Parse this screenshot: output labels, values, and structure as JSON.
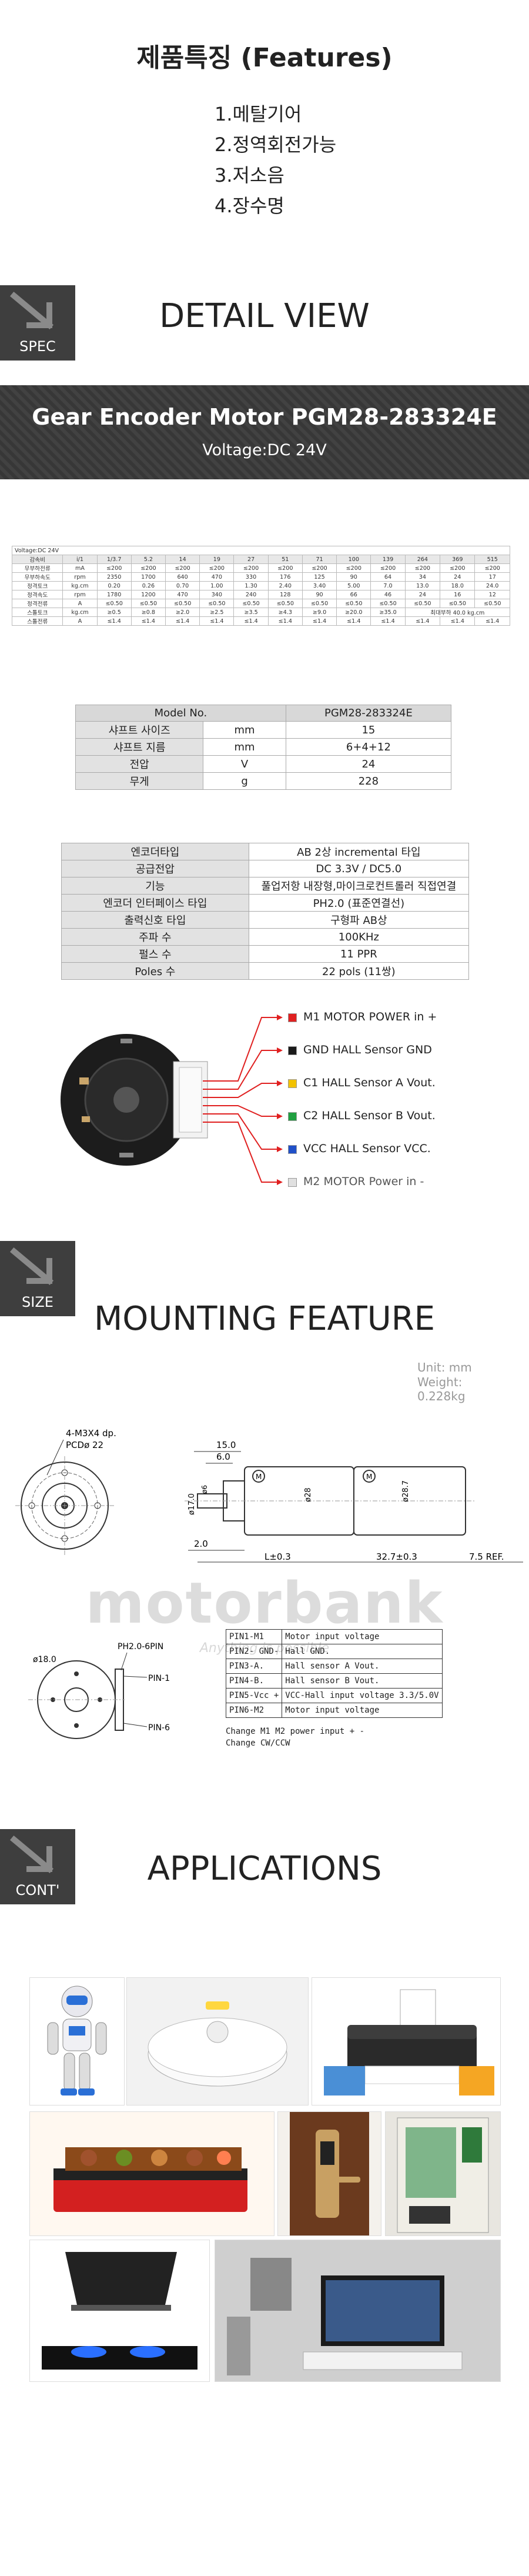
{
  "features": {
    "title": "제품특징 (Features)",
    "items": [
      "1.메탈기어",
      "2.정역회전가능",
      "3.저소음",
      "4.장수명"
    ]
  },
  "sections": {
    "spec": {
      "tag": "SPEC",
      "title": "DETAIL VIEW"
    },
    "size": {
      "tag": "SIZE",
      "title": "MOUNTING FEATURE"
    },
    "cont": {
      "tag": "CONT'",
      "title": "APPLICATIONS"
    }
  },
  "banner": {
    "title": "Gear Encoder Motor PGM28-283324E",
    "subtitle": "Voltage:DC 24V"
  },
  "spec_table": {
    "caption": "Voltage:DC 24V",
    "header": [
      "감속비",
      "i/1",
      "1/3.7",
      "5.2",
      "14",
      "19",
      "27",
      "51",
      "71",
      "100",
      "139",
      "264",
      "369",
      "515"
    ],
    "rows": [
      [
        "무부하전류",
        "mA",
        "≤200",
        "≤200",
        "≤200",
        "≤200",
        "≤200",
        "≤200",
        "≤200",
        "≤200",
        "≤200",
        "≤200",
        "≤200",
        "≤200"
      ],
      [
        "무부하속도",
        "rpm",
        "2350",
        "1700",
        "640",
        "470",
        "330",
        "176",
        "125",
        "90",
        "64",
        "34",
        "24",
        "17"
      ],
      [
        "정격토크",
        "kg.cm",
        "0.20",
        "0.26",
        "0.70",
        "1.00",
        "1.30",
        "2.40",
        "3.40",
        "5.00",
        "7.0",
        "13.0",
        "18.0",
        "24.0"
      ],
      [
        "정격속도",
        "rpm",
        "1780",
        "1200",
        "470",
        "340",
        "240",
        "128",
        "90",
        "66",
        "46",
        "24",
        "16",
        "12"
      ],
      [
        "정격전류",
        "A",
        "≤0.50",
        "≤0.50",
        "≤0.50",
        "≤0.50",
        "≤0.50",
        "≤0.50",
        "≤0.50",
        "≤0.50",
        "≤0.50",
        "≤0.50",
        "≤0.50",
        "≤0.50"
      ],
      [
        "스톨토크",
        "kg.cm",
        "≥0.5",
        "≥0.8",
        "≥2.0",
        "≥2.5",
        "≥3.5",
        "≥4.3",
        "≥9.0",
        "≥20.0",
        "≥35.0",
        "최대부하 40.0 kg.cm",
        "",
        ""
      ],
      [
        "스톨전류",
        "A",
        "≤1.4",
        "≤1.4",
        "≤1.4",
        "≤1.4",
        "≤1.4",
        "≤1.4",
        "≤1.4",
        "≤1.4",
        "≤1.4",
        "≤1.4",
        "≤1.4",
        "≤1.4"
      ]
    ]
  },
  "model_table": {
    "header": [
      "Model No.",
      "",
      "PGM28-283324E"
    ],
    "rows": [
      [
        "샤프트 사이즈",
        "mm",
        "15"
      ],
      [
        "샤프트 지름",
        "mm",
        "6+4+12"
      ],
      [
        "전압",
        "V",
        "24"
      ],
      [
        "무게",
        "g",
        "228"
      ]
    ]
  },
  "encoder_table": {
    "rows": [
      [
        "엔코더타입",
        "AB 2상 incremental 타입"
      ],
      [
        "공급전압",
        "DC 3.3V / DC5.0"
      ],
      [
        "기능",
        "풀업저항 내장형,마이크로컨트롤러 직접연결"
      ],
      [
        "엔코더 인터페이스 타입",
        "PH2.0 (표준연결선)"
      ],
      [
        "출력신호 타입",
        "구형파 AB상"
      ],
      [
        "주파 수",
        "100KHz"
      ],
      [
        "펄스 수",
        "11 PPR"
      ],
      [
        "Poles 수",
        "22 pols (11쌍)"
      ]
    ]
  },
  "wires": [
    {
      "label": "M1 MOTOR POWER in +",
      "color": "#e02020"
    },
    {
      "label": "GND HALL Sensor GND",
      "color": "#1a1a1a"
    },
    {
      "label": "C1 HALL Sensor A Vout.",
      "color": "#f2c200"
    },
    {
      "label": "C2 HALL Sensor B Vout.",
      "color": "#20a040"
    },
    {
      "label": "VCC HALL Sensor VCC.",
      "color": "#2050c8"
    },
    {
      "label": "M2 MOTOR Power in -",
      "color": "#e0e0e0"
    }
  ],
  "mounting": {
    "unit": "Unit: mm",
    "weight": "Weight: 0.228kg",
    "watermark": "motorbank",
    "watermark_sub": "Anything is possible",
    "dims": {
      "screw": "4-M3X4 dp.",
      "pcd": "PCDø 22",
      "d15": "15.0",
      "d6": "6.0",
      "d17": "ø17.0",
      "d6b": "ø6",
      "d28": "ø28",
      "d287": "ø28.7",
      "d2": "2.0",
      "l": "L±0.3",
      "len": "32.7±0.3",
      "ref": "7.5 REF.",
      "d18": "ø18.0",
      "ph": "PH2.0-6PIN",
      "pin1": "PIN-1",
      "pin6": "PIN-6"
    },
    "pins": [
      [
        "PIN1-M1",
        "Motor input voltage"
      ],
      [
        "PIN2- GND-",
        "Hall GND."
      ],
      [
        "PIN3-A.",
        "Hall sensor A Vout."
      ],
      [
        "PIN4-B.",
        "Hall sensor B Vout."
      ],
      [
        "PIN5-Vcc +",
        "VCC-Hall input voltage 3.3/5.0V"
      ],
      [
        "PIN6-M2",
        "Motor input voltage"
      ]
    ],
    "note1": "Change M1 M2 power input + -",
    "note2": "Change CW/CCW"
  },
  "applications": [
    "robot",
    "robot-vacuum",
    "printer",
    "rotisserie-grill",
    "door-lock",
    "vending-machine",
    "range-hood",
    "tv-lift"
  ]
}
